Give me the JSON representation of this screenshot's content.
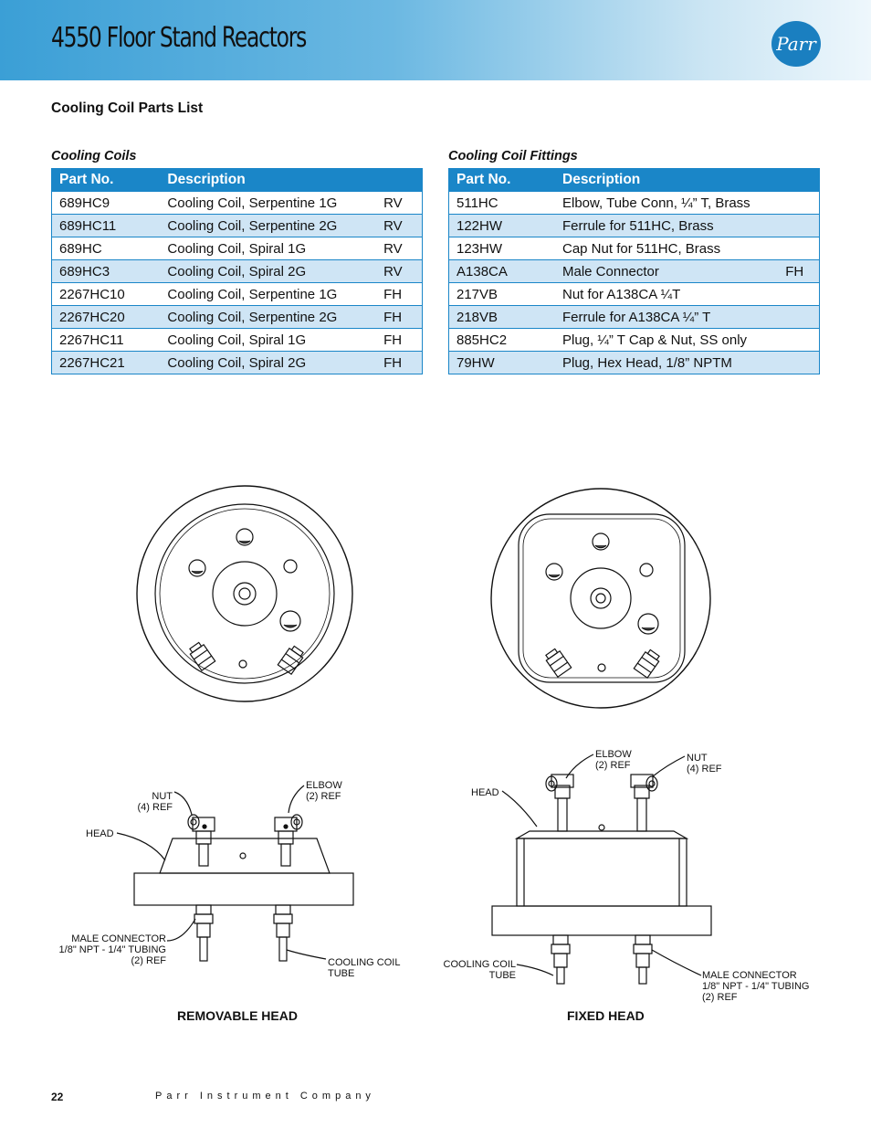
{
  "header": {
    "title": "4550 Floor Stand Reactors",
    "logo_text": "Parr"
  },
  "section_title": "Cooling Coil Parts List",
  "cooling_coils": {
    "caption": "Cooling Coils",
    "headers": [
      "Part No.",
      "Description"
    ],
    "rows": [
      {
        "part": "689HC9",
        "desc": "Cooling Coil, Serpentine 1G",
        "code": "RV"
      },
      {
        "part": "689HC11",
        "desc": "Cooling Coil, Serpentine 2G",
        "code": "RV"
      },
      {
        "part": "689HC",
        "desc": "Cooling Coil, Spiral 1G",
        "code": "RV"
      },
      {
        "part": "689HC3",
        "desc": "Cooling Coil, Spiral 2G",
        "code": "RV"
      },
      {
        "part": "2267HC10",
        "desc": "Cooling Coil, Serpentine 1G",
        "code": "FH"
      },
      {
        "part": "2267HC20",
        "desc": "Cooling Coil, Serpentine 2G",
        "code": "FH"
      },
      {
        "part": "2267HC11",
        "desc": "Cooling Coil, Spiral 1G",
        "code": "FH"
      },
      {
        "part": "2267HC21",
        "desc": "Cooling Coil, Spiral 2G",
        "code": "FH"
      }
    ]
  },
  "fittings": {
    "caption": "Cooling Coil Fittings",
    "headers": [
      "Part No.",
      "Description"
    ],
    "rows": [
      {
        "part": "511HC",
        "desc": "Elbow, Tube Conn, ¼” T, Brass",
        "code": ""
      },
      {
        "part": "122HW",
        "desc": "Ferrule for 511HC, Brass",
        "code": ""
      },
      {
        "part": "123HW",
        "desc": "Cap Nut for 511HC, Brass",
        "code": ""
      },
      {
        "part": "A138CA",
        "desc": "Male Connector",
        "code": "FH"
      },
      {
        "part": "217VB",
        "desc": "Nut for A138CA ¼T",
        "code": ""
      },
      {
        "part": "218VB",
        "desc": "Ferrule for A138CA ¼” T",
        "code": ""
      },
      {
        "part": "885HC2",
        "desc": "Plug, ¼” T Cap & Nut, SS only",
        "code": ""
      },
      {
        "part": "79HW",
        "desc": "Plug, Hex Head, 1/8” NPTM",
        "code": ""
      }
    ]
  },
  "labels_left": {
    "nut": "NUT",
    "nut_ref": "(4) REF",
    "elbow": "ELBOW",
    "elbow_ref": "(2) REF",
    "head": "HEAD",
    "male1": "MALE CONNECTOR",
    "male2": "1/8\" NPT - 1/4\" TUBING",
    "male3": "(2) REF",
    "coil1": "COOLING COIL",
    "coil2": "TUBE"
  },
  "labels_right": {
    "elbow": "ELBOW",
    "elbow_ref": "(2) REF",
    "nut": "NUT",
    "nut_ref": "(4) REF",
    "head": "HEAD",
    "coil1": "COOLING COIL",
    "coil2": "TUBE",
    "male1": "MALE CONNECTOR",
    "male2": "1/8\" NPT - 1/4\" TUBING",
    "male3": "(2) REF"
  },
  "captions": {
    "removable": "REMOVABLE HEAD",
    "fixed": "FIXED HEAD"
  },
  "footer": {
    "page": "22",
    "company": "Parr Instrument Company"
  },
  "colors": {
    "accent": "#1a86c8",
    "row_alt": "#cfe5f5"
  }
}
